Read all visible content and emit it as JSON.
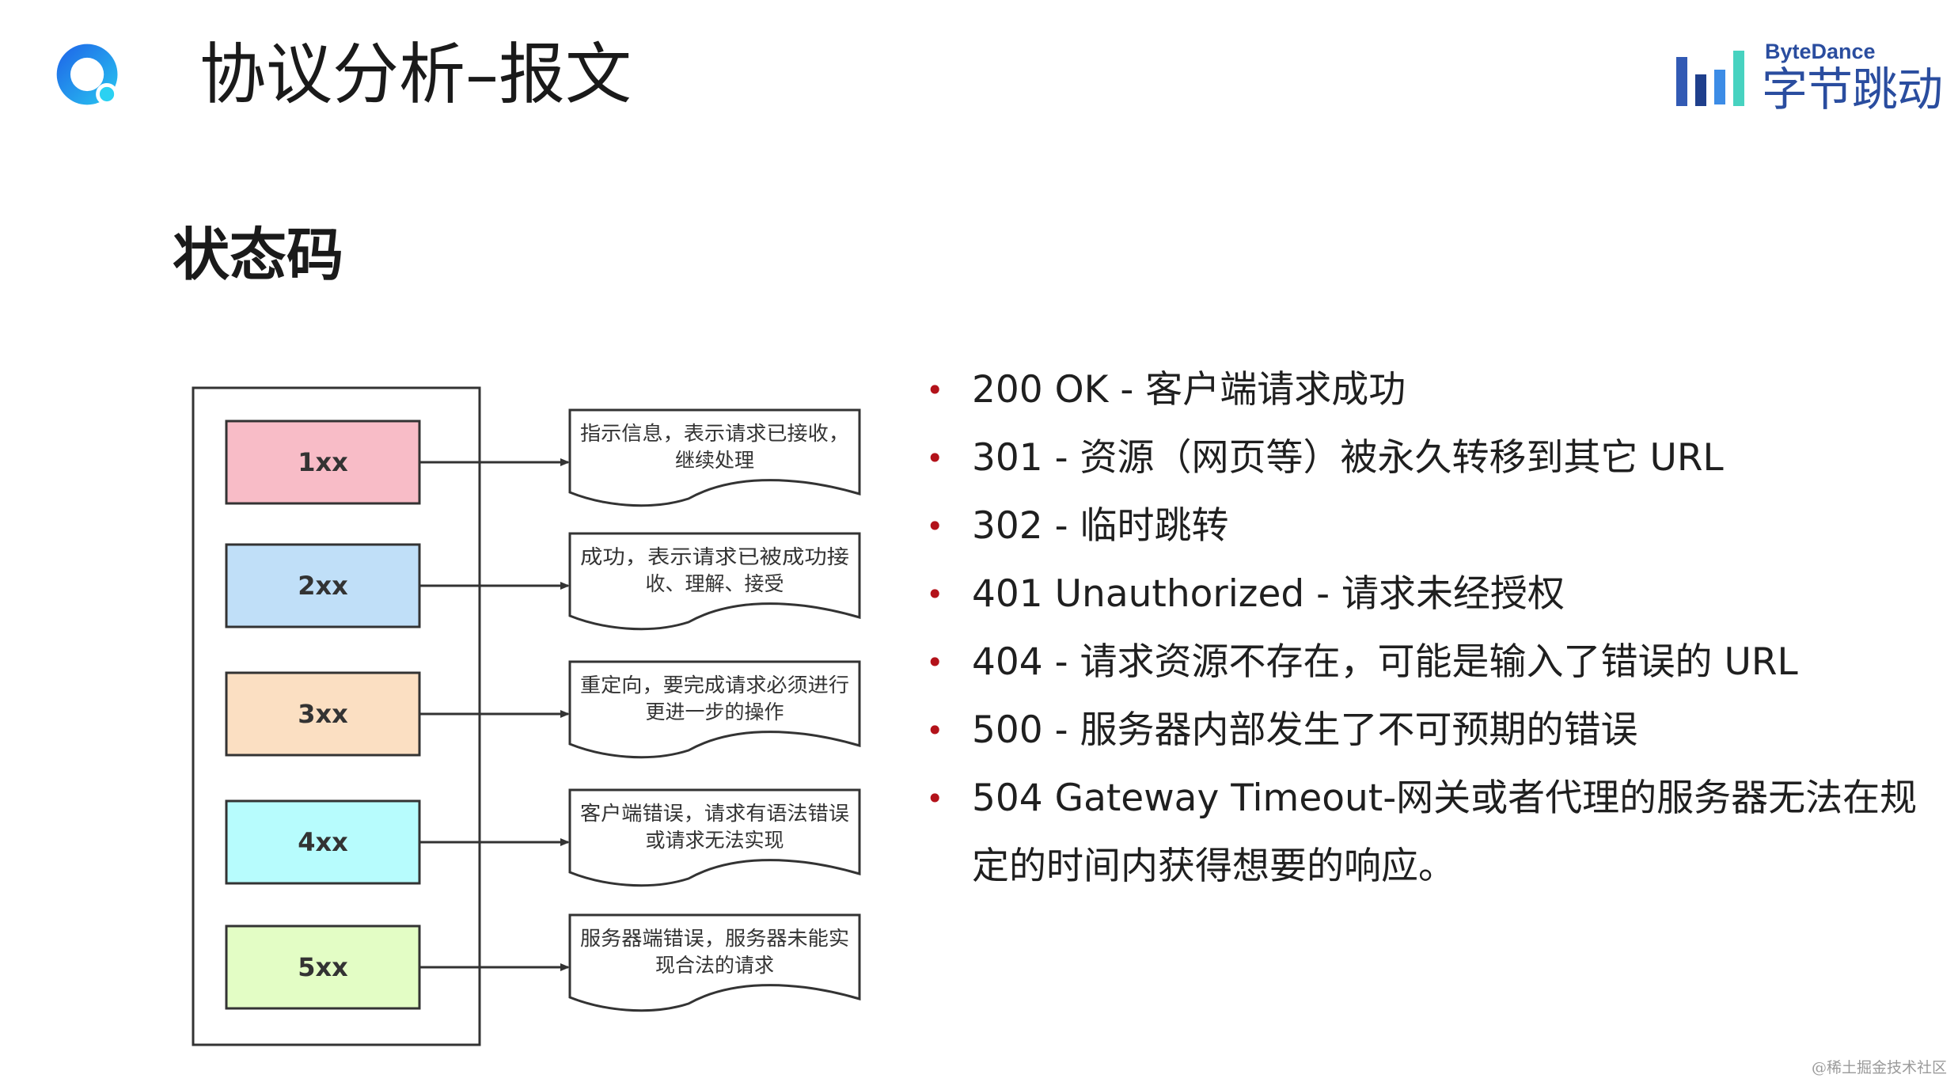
{
  "header": {
    "title": "协议分析–报文",
    "brand": {
      "name_en": "ByteDance",
      "name_cn": "字节跳动",
      "color": "#2a4d9f"
    }
  },
  "section": {
    "title": "状态码"
  },
  "diagram": {
    "codes": [
      {
        "label": "1xx",
        "color": "#f8bcc7",
        "note_lines": [
          "指示信息，表示请求已接收，",
          "继续处理"
        ]
      },
      {
        "label": "2xx",
        "color": "#c0dff8",
        "note_lines": [
          "成功，表示请求已被成功接",
          "收、理解、接受"
        ]
      },
      {
        "label": "3xx",
        "color": "#fbdfc2",
        "note_lines": [
          "重定向，要完成请求必须进行",
          "更进一步的操作"
        ]
      },
      {
        "label": "4xx",
        "color": "#b7fcfd",
        "note_lines": [
          "客户端错误，请求有语法错误",
          "或请求无法实现"
        ]
      },
      {
        "label": "5xx",
        "color": "#e3fdc5",
        "note_lines": [
          "服务器端错误，服务器未能实",
          "现合法的请求"
        ]
      }
    ]
  },
  "status_list": [
    "200 OK - 客户端请求成功",
    "301 - 资源（网页等）被永久转移到其它 URL",
    "302 - 临时跳转",
    "401 Unauthorized - 请求未经授权",
    "404 - 请求资源不存在，可能是输入了错误的 URL",
    "500 - 服务器内部发生了不可预期的错误",
    "504 Gateway Timeout-网关或者代理的服务器无法在规定的时间内获得想要的响应。"
  ],
  "bullet_color": "#b3121a",
  "watermark": "@稀土掘金技术社区"
}
